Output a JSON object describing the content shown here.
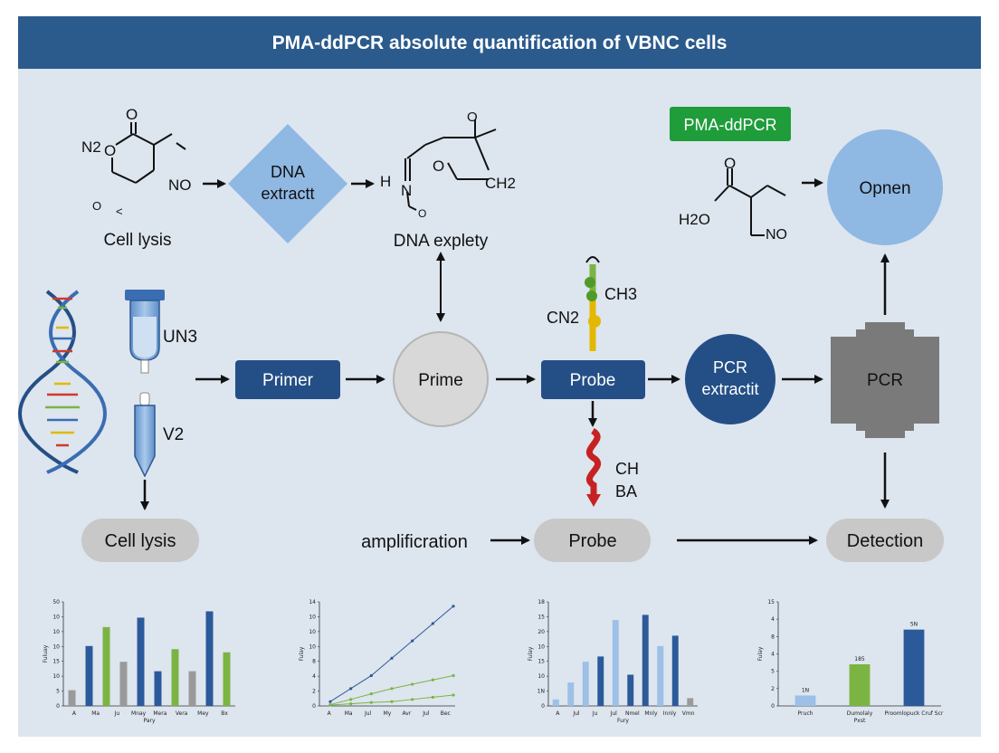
{
  "title": "PMA-ddPCR absolute quantification of VBNC cells",
  "colors": {
    "header": "#2b5a8c",
    "background": "#dde5ee",
    "navy": "#244f86",
    "light_blue": "#9cc0e6",
    "green": "#7bb443",
    "gray_pill": "#c8c8c8",
    "badge_green": "#1e9d3a"
  },
  "top_row": {
    "molecule1": {
      "n2": "N2",
      "o": "O",
      "no": "NO",
      "o_small": "O",
      "lt": "<",
      "caption": "Cell lysis"
    },
    "diamond_label_line1": "DNA",
    "diamond_label_line2": "extractt",
    "molecule2": {
      "h": "H",
      "n": "N",
      "o": "O",
      "ch2": "CH2",
      "o_small": "O",
      "caption": "DNA explety"
    },
    "badge": "PMA-ddPCR",
    "molecule3": {
      "o": "O",
      "h2o": "H2O",
      "no": "NO"
    },
    "circle_label": "Opnen"
  },
  "middle_row": {
    "tube_top_label": "UN3",
    "tube_bottom_label": "V2",
    "primer_box": "Primer",
    "prime_circle": "Prime",
    "probe_box": "Probe",
    "probe_top_left": "CN2",
    "probe_top_right": "CH3",
    "probe_bottom_1": "CH",
    "probe_bottom_2": "BA",
    "pcr_circle_line1": "PCR",
    "pcr_circle_line2": "extractit",
    "pcr_machine": "PCR"
  },
  "bottom_row": {
    "cell_lysis": "Cell lysis",
    "amplification": "amplificration",
    "probe": "Probe",
    "detection": "Detection"
  },
  "chart_data": [
    {
      "type": "bar",
      "ylabel": "Fuluay",
      "xlabel": "Pary",
      "yticks": [
        "0",
        "5",
        "10",
        "15",
        "10",
        "10",
        "10",
        "50"
      ],
      "categories": [
        "A",
        "Ma",
        "Ju",
        "Mnay",
        "Mera",
        "Vera",
        "Mey",
        "Bx"
      ],
      "bars": [
        {
          "value": 5,
          "color": "gray"
        },
        {
          "value": 19,
          "color": "navy"
        },
        {
          "value": 25,
          "color": "green"
        },
        {
          "value": 14,
          "color": "gray"
        },
        {
          "value": 28,
          "color": "navy"
        },
        {
          "value": 11,
          "color": "navy"
        },
        {
          "value": 18,
          "color": "green"
        },
        {
          "value": 11,
          "color": "gray"
        },
        {
          "value": 30,
          "color": "navy"
        },
        {
          "value": 17,
          "color": "green"
        }
      ],
      "ylim": [
        0,
        33
      ]
    },
    {
      "type": "line",
      "ylabel": "Fulay",
      "yticks": [
        "0",
        "2",
        "4",
        "8",
        "10",
        "10",
        "10",
        "14"
      ],
      "categories": [
        "A",
        "Ma",
        "Jul",
        "My",
        "Avr",
        "Jul",
        "Bec"
      ],
      "series": [
        {
          "color": "navy",
          "values": [
            1,
            4,
            7,
            11,
            15,
            19,
            23
          ]
        },
        {
          "color": "green",
          "values": [
            0.3,
            1.5,
            2.8,
            4,
            5,
            6,
            7
          ]
        },
        {
          "color": "green",
          "values": [
            0.2,
            0.5,
            0.8,
            1,
            1.5,
            2,
            2.5
          ]
        }
      ],
      "ylim": [
        0,
        24
      ]
    },
    {
      "type": "bar",
      "ylabel": "Fulay",
      "xlabel": "Fury",
      "yticks": [
        "0",
        "1N",
        "10",
        "15",
        "10",
        "20",
        "15",
        "18"
      ],
      "categories": [
        "A",
        "Jul",
        "Ju",
        "Jul",
        "Nmel",
        "Mnly",
        "Innly",
        "Vmn"
      ],
      "bars": [
        {
          "value": 2.5,
          "color": "light"
        },
        {
          "value": 9,
          "color": "light"
        },
        {
          "value": 17,
          "color": "light"
        },
        {
          "value": 19,
          "color": "navy"
        },
        {
          "value": 33,
          "color": "light"
        },
        {
          "value": 12,
          "color": "navy"
        },
        {
          "value": 35,
          "color": "navy"
        },
        {
          "value": 23,
          "color": "light"
        },
        {
          "value": 27,
          "color": "navy"
        },
        {
          "value": 3,
          "color": "gray"
        }
      ],
      "ylim": [
        0,
        40
      ]
    },
    {
      "type": "bar",
      "ylabel": "Fulay",
      "xlabel": "Pxst",
      "yticks": [
        "0",
        "2",
        "5",
        "4",
        "8",
        "4",
        "15"
      ],
      "categories": [
        "Pruch",
        "Dumolaly",
        "Proomlopuck Cruf Scr"
      ],
      "bars": [
        {
          "value": 1.5,
          "color": "light",
          "label": "1N"
        },
        {
          "value": 6,
          "color": "green",
          "label": "185"
        },
        {
          "value": 11,
          "color": "navy",
          "label": "5N"
        }
      ],
      "ylim": [
        0,
        15
      ]
    }
  ]
}
